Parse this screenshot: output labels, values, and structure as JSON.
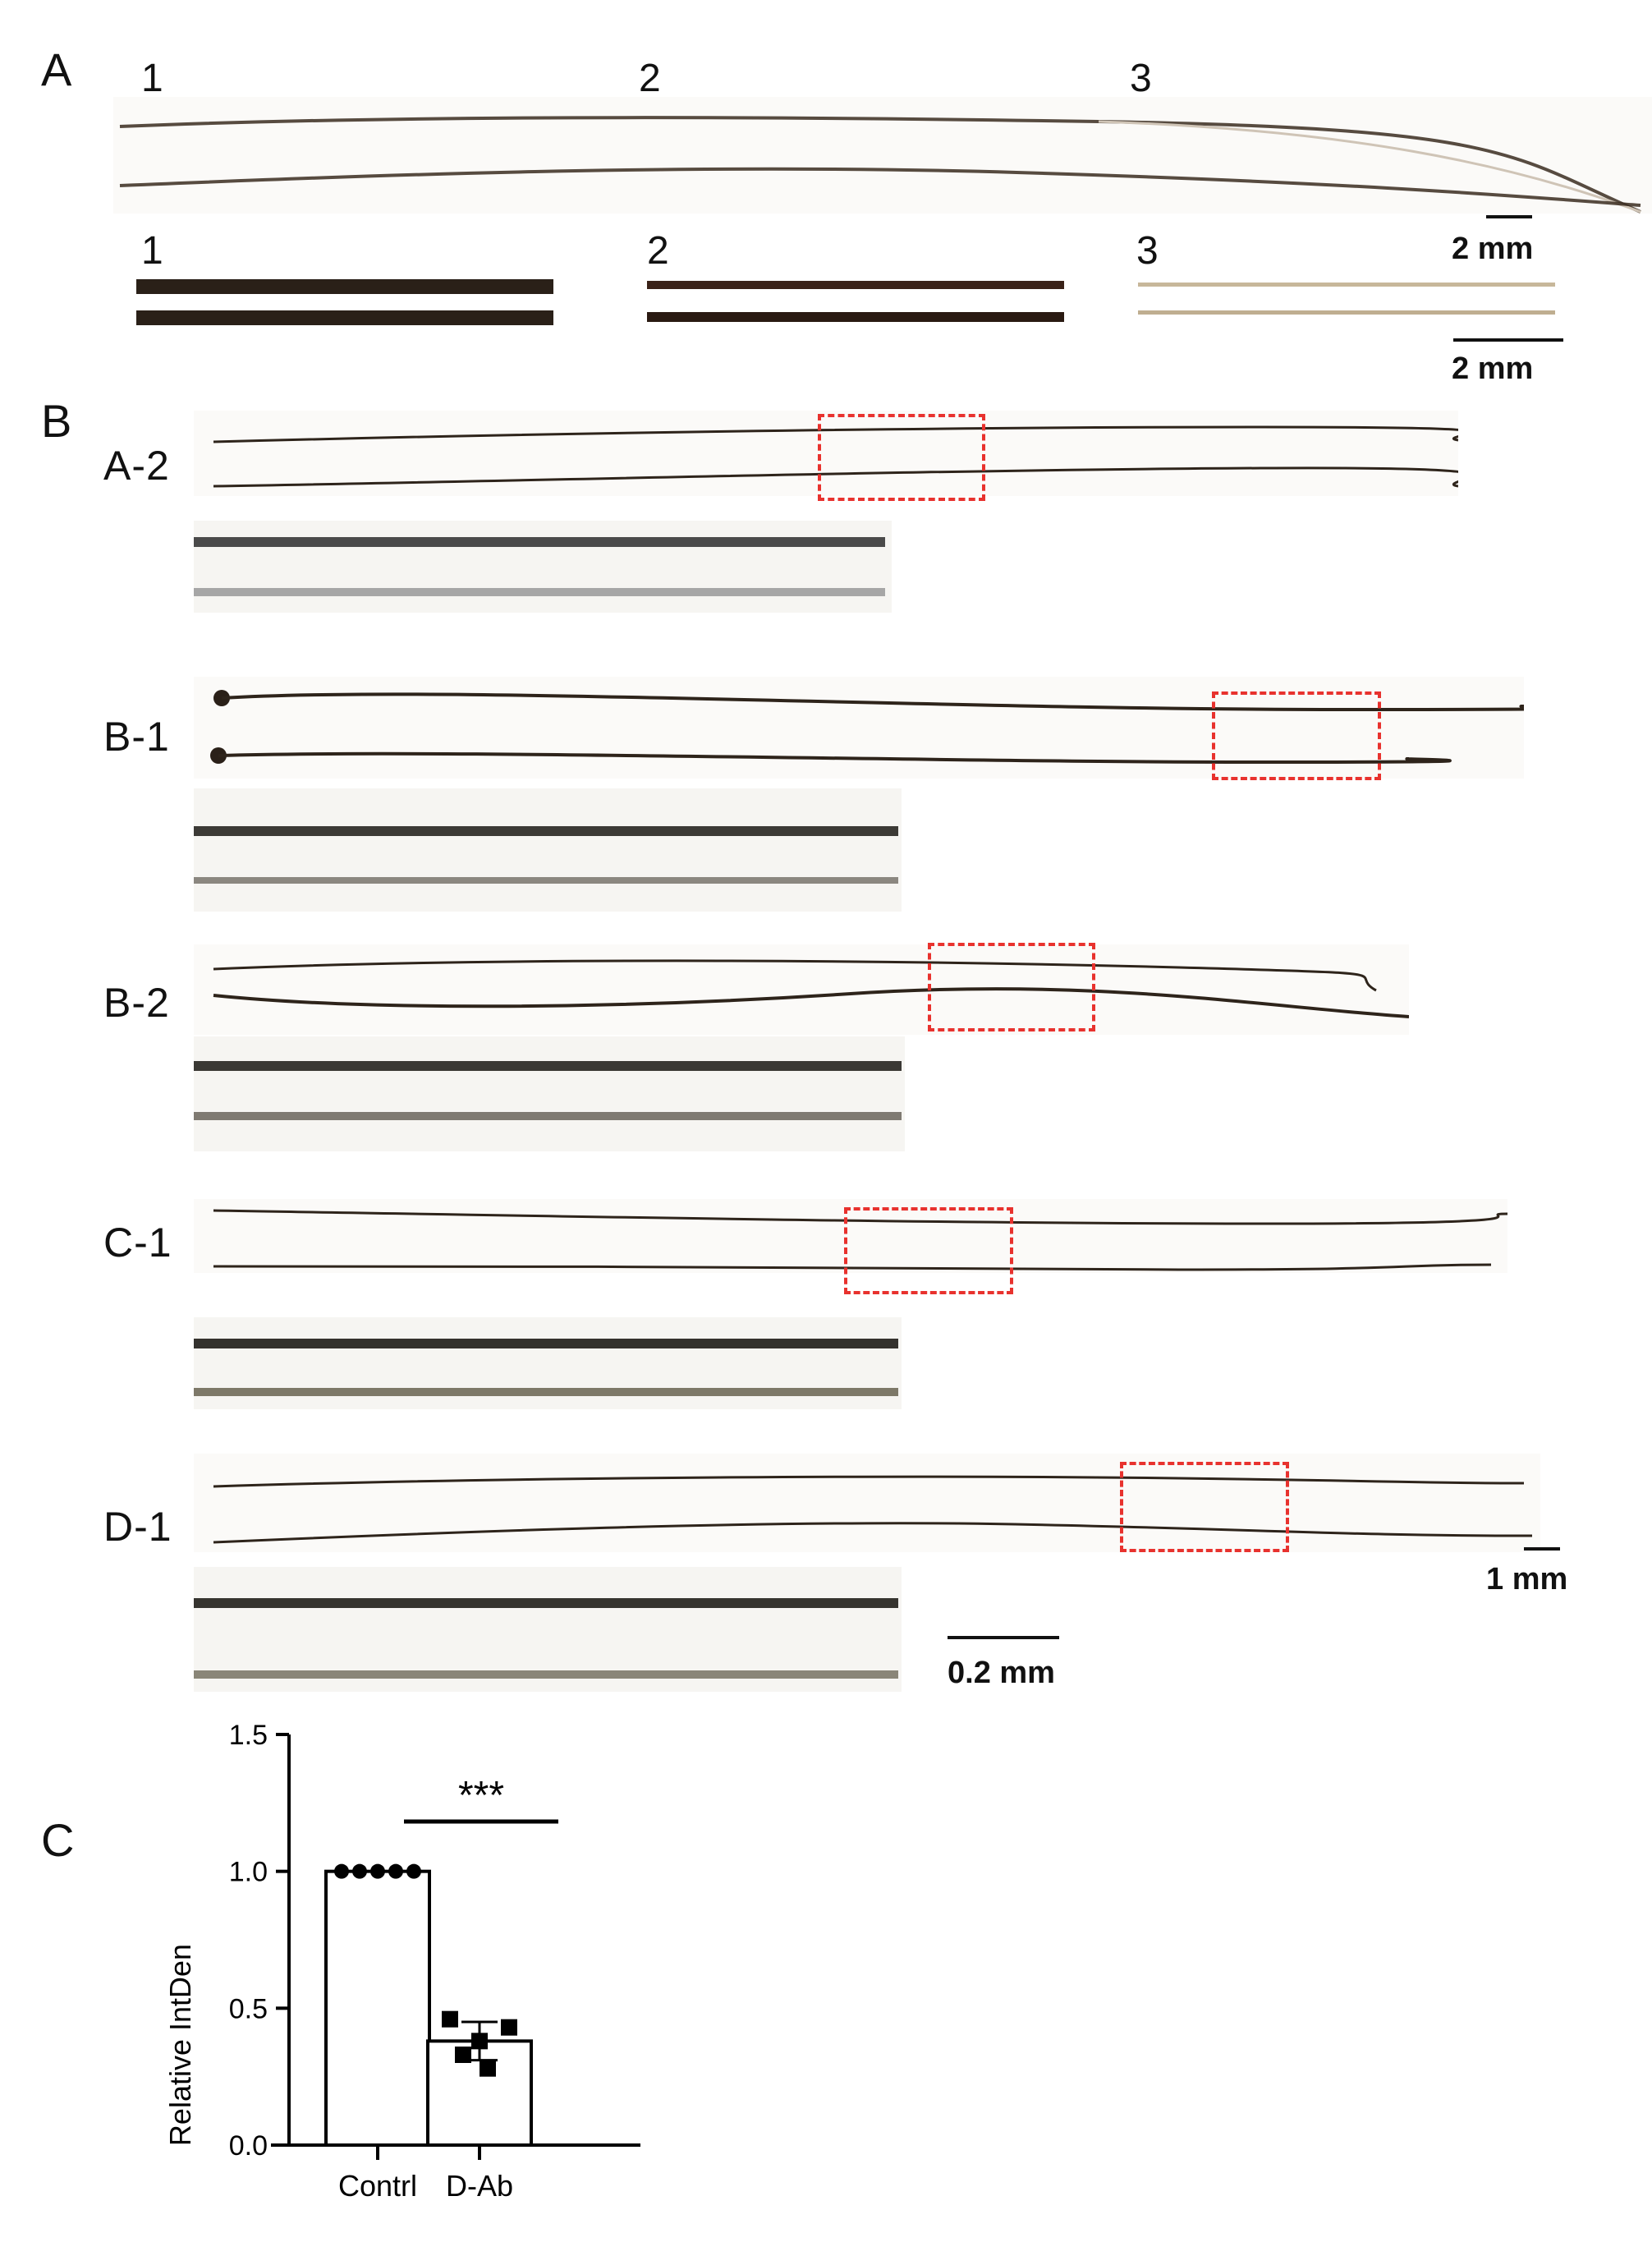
{
  "panelA": {
    "letter": "A",
    "top_labels": [
      "1",
      "2",
      "3"
    ],
    "zoom_labels": [
      "1",
      "2",
      "3"
    ],
    "scale_top": "2 mm",
    "scale_zoom": "2 mm"
  },
  "panelB": {
    "letter": "B",
    "rows": [
      "A-2",
      "B-1",
      "B-2",
      "C-1",
      "D-1"
    ],
    "scale_whole": "1 mm",
    "scale_zoom": "0.2 mm"
  },
  "panelC": {
    "letter": "C",
    "significance": "***"
  },
  "colors": {
    "highlight_box": "#e8322e",
    "hair_dark": "#2a2018",
    "bar_edge": "#000000"
  },
  "chart_data": {
    "type": "bar",
    "categories": [
      "Contrl",
      "D-Ab"
    ],
    "values": [
      1.0,
      0.38
    ],
    "error": [
      0.0,
      0.07
    ],
    "points": [
      [
        1.0,
        1.0,
        1.0,
        1.0,
        1.0
      ],
      [
        0.46,
        0.43,
        0.38,
        0.33,
        0.28
      ]
    ],
    "ylabel": "Relative IntDen",
    "ylim": [
      0,
      1.5
    ],
    "yticks": [
      "0.0",
      "0.5",
      "1.0",
      "1.5"
    ],
    "significance": "***",
    "grid": false
  }
}
